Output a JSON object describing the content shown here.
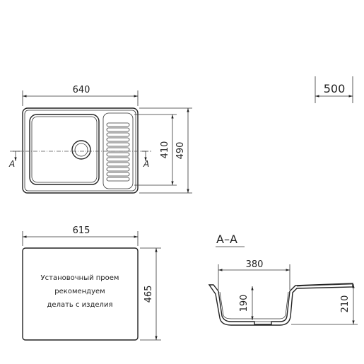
{
  "dimensions": {
    "top_width": "640",
    "inner_height": "410",
    "outer_height": "490",
    "cabinet": "500",
    "cutout_width": "615",
    "cutout_height": "465",
    "bowl_width": "380",
    "bowl_depth": "190",
    "total_depth": "210"
  },
  "section": {
    "marker": "A",
    "title": "A–A"
  },
  "cutout_note": {
    "line1": "Установочный проем",
    "line2": "рекомендуем",
    "line3": "делать с изделия"
  }
}
